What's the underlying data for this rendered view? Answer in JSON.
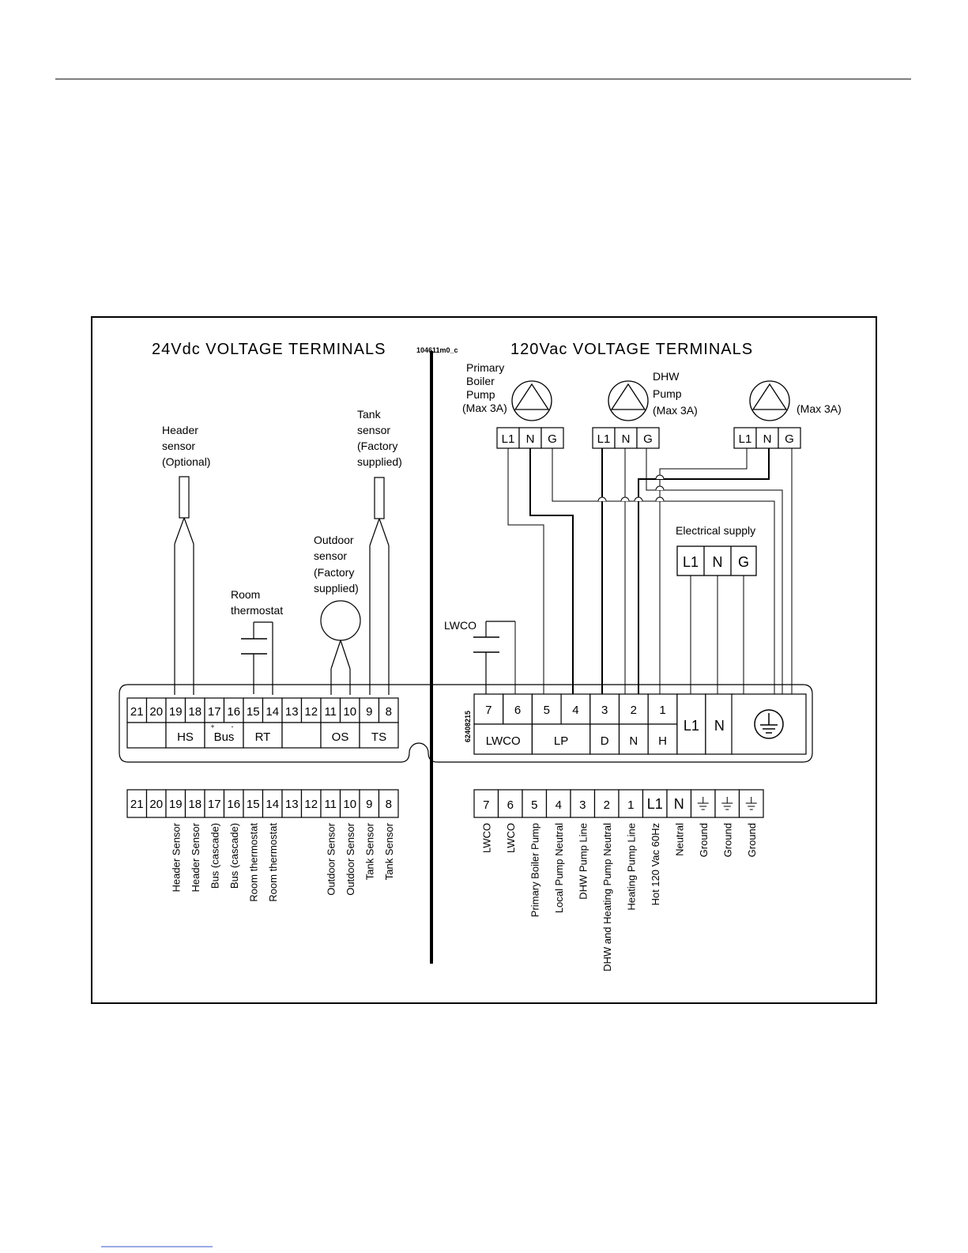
{
  "header_left": "24Vdc  VOLTAGE  TERMINALS",
  "header_right": "120Vac  VOLTAGE  TERMINALS",
  "drawing_code": "104611m0_c",
  "board_code": "62408215",
  "components": {
    "header_sensor": [
      "Header",
      "sensor",
      "(Optional)"
    ],
    "tank_sensor": [
      "Tank",
      "sensor",
      "(Factory",
      "supplied)"
    ],
    "outdoor_sensor": [
      "Outdoor",
      "sensor",
      "(Factory",
      "supplied)"
    ],
    "room_thermostat": [
      "Room",
      "thermostat"
    ],
    "primary_pump": [
      "Primary",
      "Boiler",
      "Pump",
      "(Max 3A)"
    ],
    "dhw_pump": [
      "DHW",
      "Pump",
      "(Max 3A)"
    ],
    "third_pump": [
      "(Max 3A)"
    ],
    "lwco": "LWCO",
    "electrical_supply": "Electrical supply"
  },
  "pump_terminals": [
    "L1",
    "N",
    "G"
  ],
  "low_voltage": {
    "numbers": [
      "21",
      "20",
      "19",
      "18",
      "17",
      "16",
      "15",
      "14",
      "13",
      "12",
      "11",
      "10",
      "9",
      "8"
    ],
    "groups": [
      "",
      "HS",
      "Bus",
      "RT",
      "",
      "OS",
      "TS"
    ],
    "bus_marks": [
      "+",
      "-"
    ],
    "functions": [
      "",
      "",
      "Header Sensor",
      "Header Sensor",
      "Bus (cascade)",
      "Bus (cascade)",
      "Room thermostat",
      "Room thermostat",
      "",
      "",
      "Outdoor Sensor",
      "Outdoor Sensor",
      "Tank Sensor",
      "Tank Sensor"
    ]
  },
  "high_voltage": {
    "numbers": [
      "7",
      "6",
      "5",
      "4",
      "3",
      "2",
      "1"
    ],
    "groups": [
      "LWCO",
      "LP",
      "D",
      "N",
      "H"
    ],
    "line_label": "L1",
    "neutral_label": "N",
    "bottom_numbers": [
      "7",
      "6",
      "5",
      "4",
      "3",
      "2",
      "1",
      "L1",
      "N"
    ],
    "functions": [
      "LWCO",
      "LWCO",
      "Primary Boiler Pump",
      "Local Pump Neutral",
      "DHW Pump Line",
      "DHW and Heating Pump Neutral",
      "Heating Pump Line",
      "Hot 120 Vac 60Hz",
      "Neutral",
      "Ground",
      "Ground",
      "Ground"
    ]
  }
}
